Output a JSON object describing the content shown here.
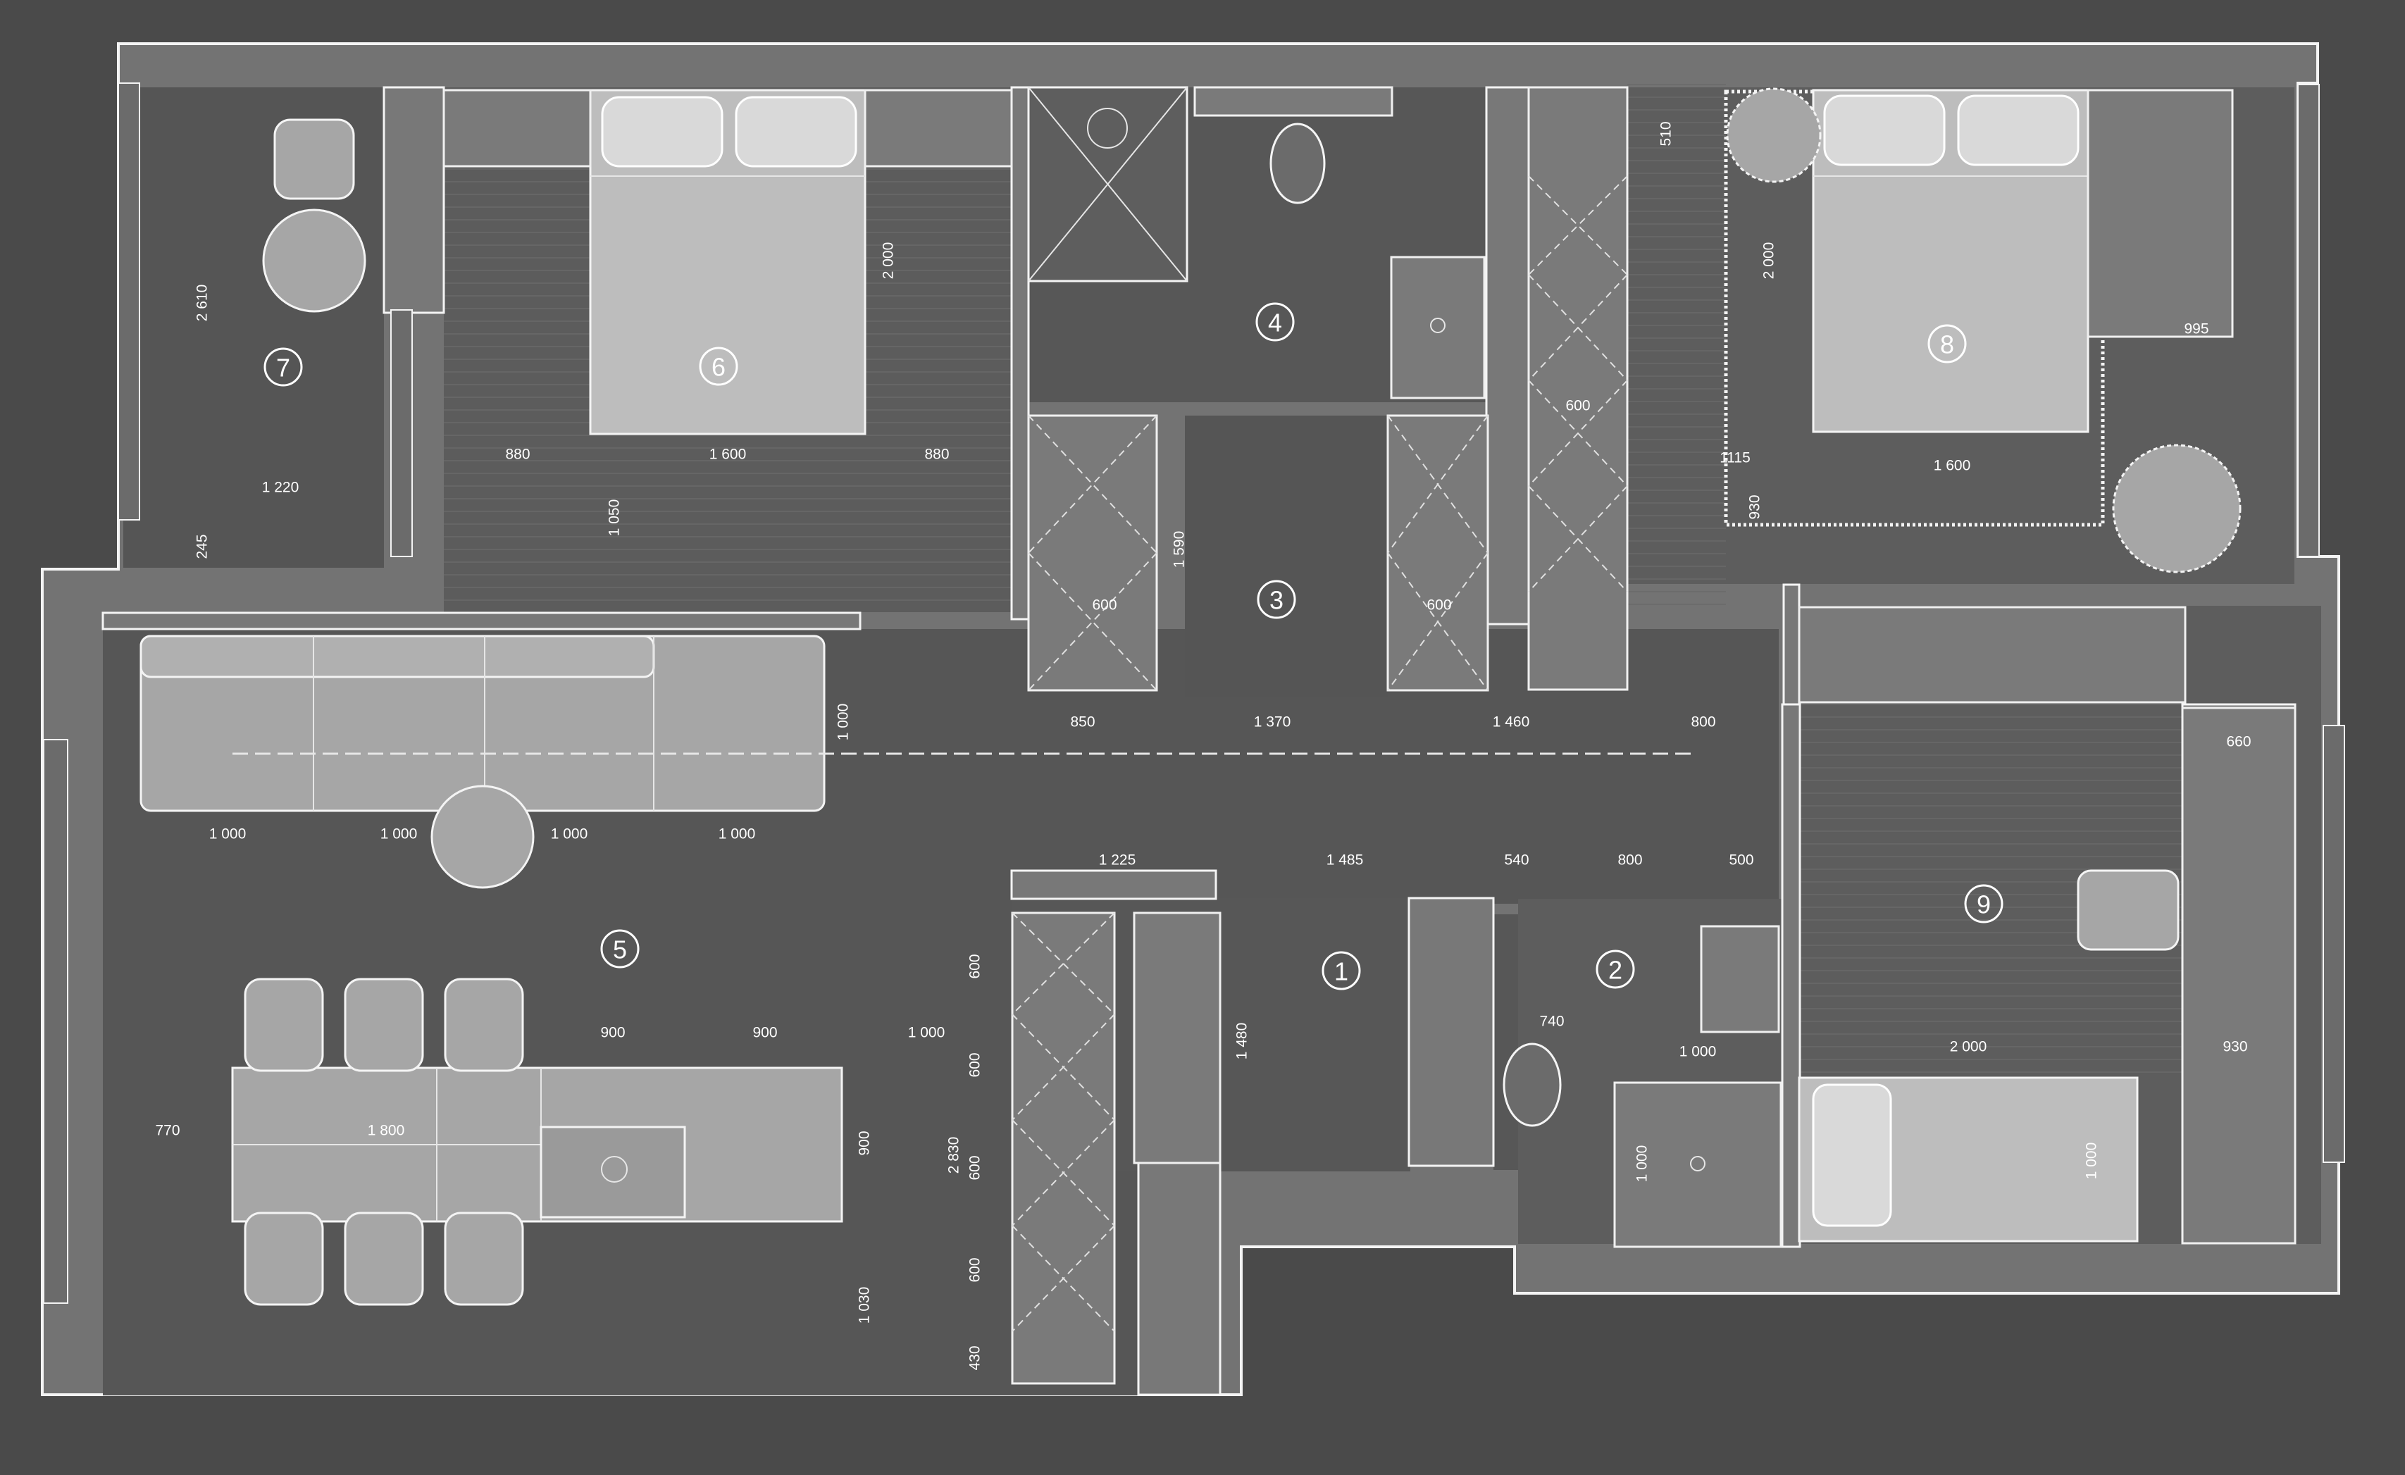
{
  "plan": {
    "colors": {
      "background": "#4a4a4a",
      "wall": "#737373",
      "floor": "#585858",
      "furniture": "#a6a6a6",
      "line": "#f2f2f2"
    },
    "rooms": [
      "1",
      "2",
      "3",
      "4",
      "5",
      "6",
      "7",
      "8",
      "9"
    ],
    "dimensions": {
      "r7_width": "1 220",
      "r7_length": "2 610",
      "r7_gap": "245",
      "r6_left": "880",
      "r6_bed": "1 600",
      "r6_right": "880",
      "r6_bed_len": "2 000",
      "r6_clear": "1 050",
      "r3_depth": "1 590",
      "r3_cab_left": "600",
      "r3_cab_right": "600",
      "row_a": "850",
      "row_b": "1 370",
      "row_c": "1 460",
      "row_d": "800",
      "wardrobe_r8": "600",
      "r8_top": "510",
      "r8_bed_len": "2 000",
      "r8_right": "995",
      "r8_left": "1115",
      "r8_bed": "1 600",
      "r8_bottom": "930",
      "sofa_depth": "1 000",
      "sofa_1": "1 000",
      "sofa_2": "1 000",
      "sofa_3": "1 000",
      "sofa_4": "1 000",
      "hall_a": "1 225",
      "hall_b": "1 485",
      "hall_c": "540",
      "hall_d": "800",
      "hall_e": "500",
      "r9_desk": "660",
      "r9_bed": "2 000",
      "r9_right": "930",
      "r9_bed_w": "1 000",
      "island_a": "900",
      "island_b": "900",
      "island_c": "1 000",
      "island_w": "900",
      "island_len": "1 800",
      "island_left": "770",
      "island_clear": "1 030",
      "cab_1": "600",
      "cab_2": "600",
      "cab_3": "600",
      "cab_4": "600",
      "cab_5": "430",
      "cab_total": "2 830",
      "hall_depth": "1 480",
      "wc_w": "740",
      "shower_w": "1 000",
      "shower_d": "1 000"
    }
  }
}
